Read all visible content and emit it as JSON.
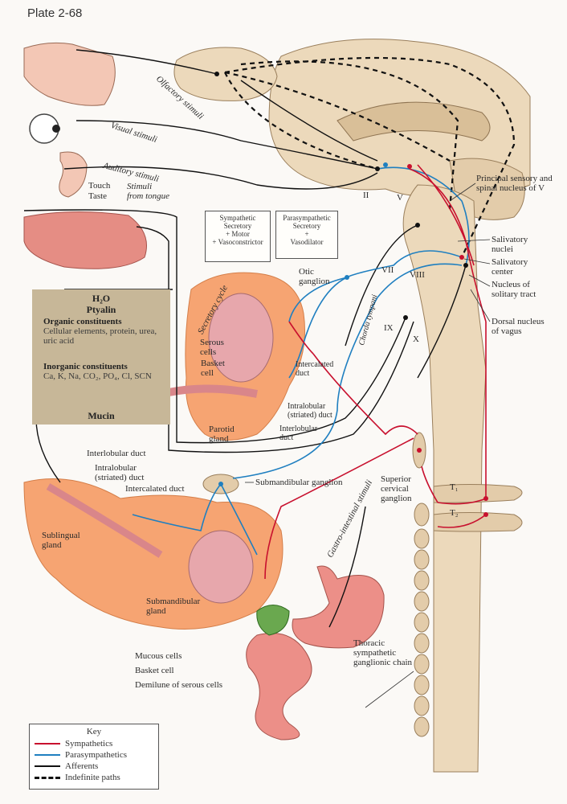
{
  "plate_label": "Plate 2-68",
  "colors": {
    "sympathetic": "#c8102e",
    "parasympathetic": "#1f7fc0",
    "afferent": "#111111",
    "gland": "#f4a878",
    "brain": "#e9d6b8"
  },
  "stimuli": {
    "olfactory": "Olfactory stimuli",
    "visual": "Visual stimuli",
    "auditory": "Auditory stimuli",
    "touch": "Touch",
    "taste": "Taste",
    "from_tongue_1": "Stimuli",
    "from_tongue_2": "from tongue",
    "gastro": "Gastro-intestinal stimuli"
  },
  "boxes": {
    "sympathetic": [
      "Sympathetic",
      "Secretory",
      "+",
      "Motor",
      "+",
      "Vasoconstrictor"
    ],
    "parasympathetic": [
      "Parasympathetic",
      "Secretory",
      "+",
      "Vasodilator"
    ]
  },
  "saliva": {
    "h2o": "H₂O",
    "ptyalin": "Ptyalin",
    "organic_title": "Organic constituents",
    "organic_text": "Cellular elements, protein, urea, uric acid",
    "inorganic_title": "Inorganic constituents",
    "inorganic_text": "Ca, K, Na, CO₂, PO₄, Cl, SCN",
    "mucin": "Mucin"
  },
  "parotid": {
    "secretory_cycle": "Secretory cycle",
    "serous_cells": "Serous cells",
    "basket_cell": "Basket cell",
    "intercalated": "Intercalated duct",
    "intralobular": "Intralobular (striated) duct",
    "interlobular": "Interlobular duct",
    "gland": "Parotid gland",
    "otic": "Otic ganglion"
  },
  "brainstem": {
    "principal": "Principal sensory and spinal nucleus of V",
    "salivatory_nuclei": "Salivatory nuclei",
    "salivatory_center": "Salivatory center",
    "solitary": "Nucleus of solitary tract",
    "dorsal": "Dorsal nucleus of vagus",
    "n2": "II",
    "n5": "V",
    "n7": "VII",
    "n8": "VIII",
    "n9": "IX",
    "n10": "X",
    "chorda": "Chorda tympani"
  },
  "submandibular": {
    "ganglion": "Submandibular ganglion",
    "interlobular": "Interlobular duct",
    "intralobular": "Intralobular (striated) duct",
    "intercalated": "Intercalated duct",
    "sublingual": "Sublingual gland",
    "submandibular_gland": "Submandibular gland",
    "mucous": "Mucous cells",
    "basket": "Basket cell",
    "demilune": "Demilune of serous cells"
  },
  "sympathetic_chain": {
    "superior": "Superior cervical ganglion",
    "t1": "T₁",
    "t2": "T₂",
    "thoracic": "Thoracic sympathetic ganglionic chain"
  },
  "key": {
    "title": "Key",
    "items": [
      {
        "label": "Sympathetics",
        "color": "#c8102e",
        "style": "solid"
      },
      {
        "label": "Parasympathetics",
        "color": "#1f7fc0",
        "style": "solid"
      },
      {
        "label": "Afferents",
        "color": "#111111",
        "style": "solid"
      },
      {
        "label": "Indefinite paths",
        "color": "#111111",
        "style": "dashed"
      }
    ]
  }
}
